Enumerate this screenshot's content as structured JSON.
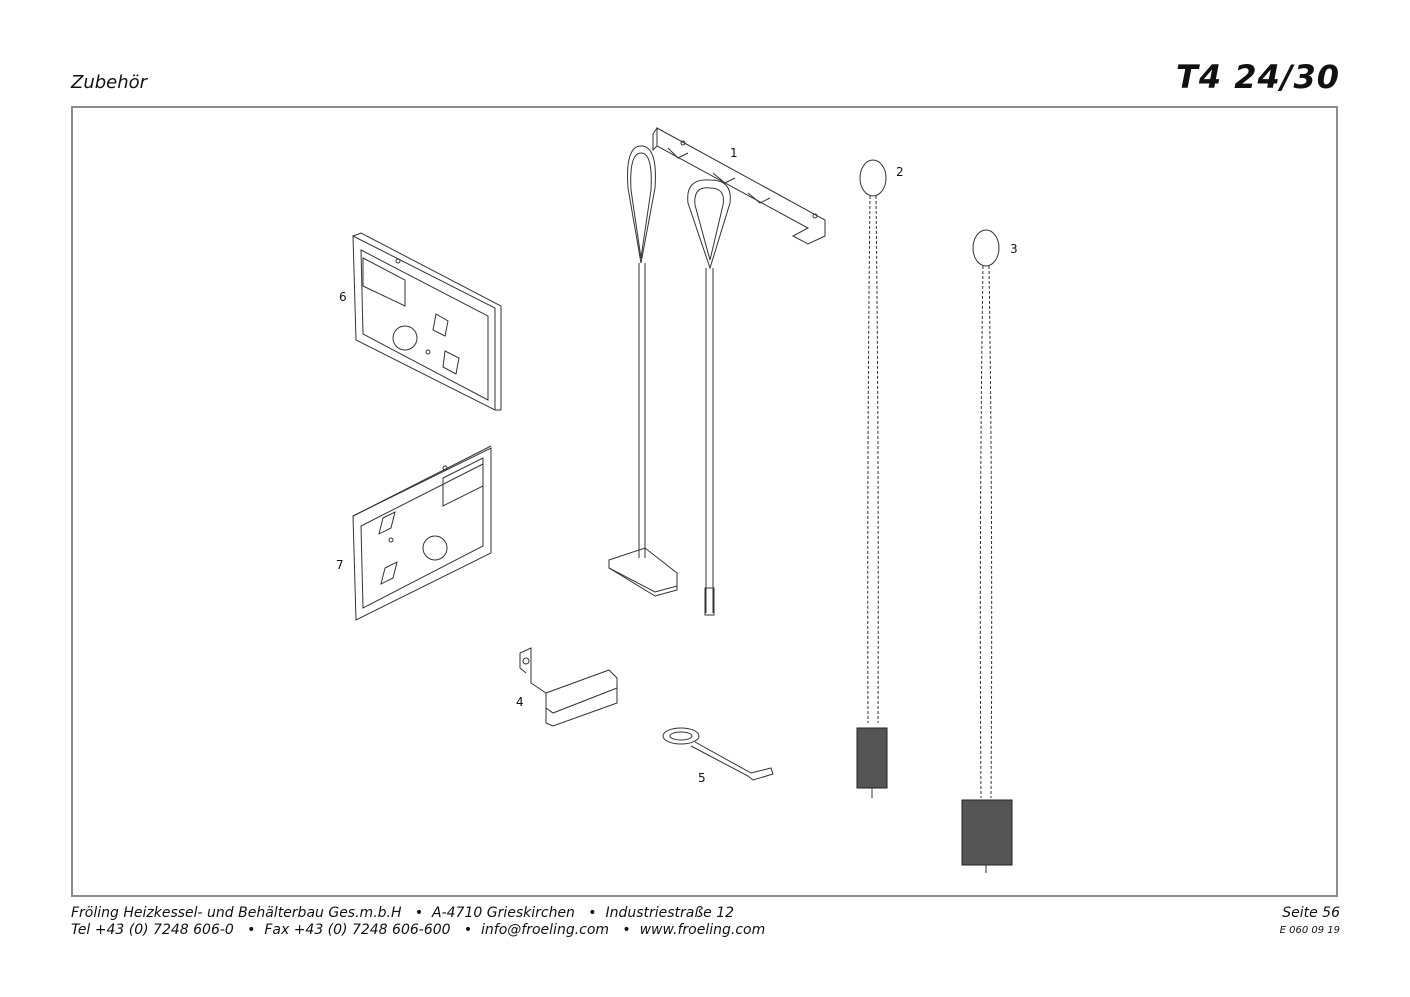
{
  "header": {
    "section_title": "Zubehör",
    "model": "T4 24/30"
  },
  "callouts": [
    "1",
    "2",
    "3",
    "4",
    "5",
    "6",
    "7"
  ],
  "footer": {
    "line1": "Fröling Heizkessel- und Behälterbau Ges.m.b.H   •  A-4710 Grieskirchen   •  Industriestraße 12",
    "line2": "Tel +43 (0) 7248 606-0   •  Fax +43 (0) 7248 606-600   •  info@froeling.com   •  www.froeling.com",
    "page": "Seite 56",
    "code": "E 060 09 19"
  }
}
